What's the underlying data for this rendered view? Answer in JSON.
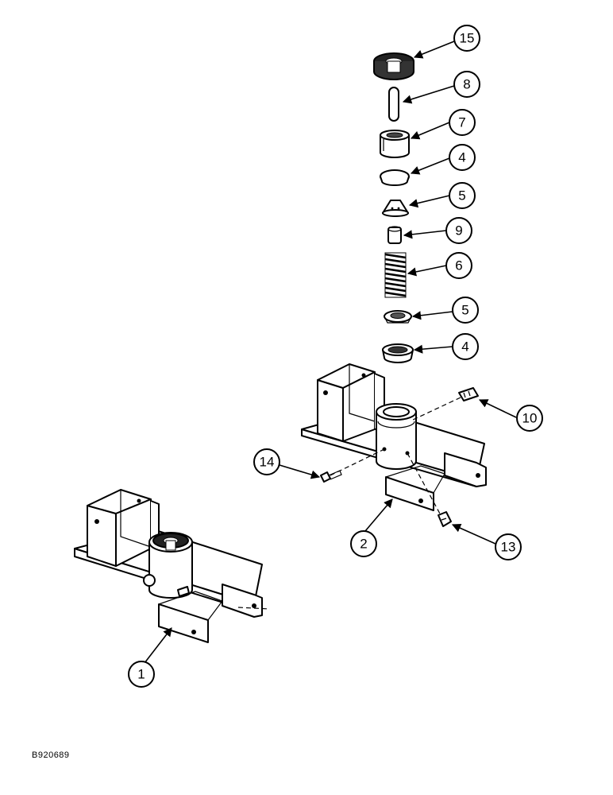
{
  "figure_code": "B920689",
  "callouts": [
    {
      "id": "c15",
      "label": "15"
    },
    {
      "id": "c8",
      "label": "8"
    },
    {
      "id": "c7",
      "label": "7"
    },
    {
      "id": "c4a",
      "label": "4"
    },
    {
      "id": "c5a",
      "label": "5"
    },
    {
      "id": "c9",
      "label": "9"
    },
    {
      "id": "c6",
      "label": "6"
    },
    {
      "id": "c5b",
      "label": "5"
    },
    {
      "id": "c4b",
      "label": "4"
    },
    {
      "id": "c10",
      "label": "10"
    },
    {
      "id": "c14",
      "label": "14"
    },
    {
      "id": "c2",
      "label": "2"
    },
    {
      "id": "c13",
      "label": "13"
    },
    {
      "id": "c1",
      "label": "1"
    }
  ]
}
